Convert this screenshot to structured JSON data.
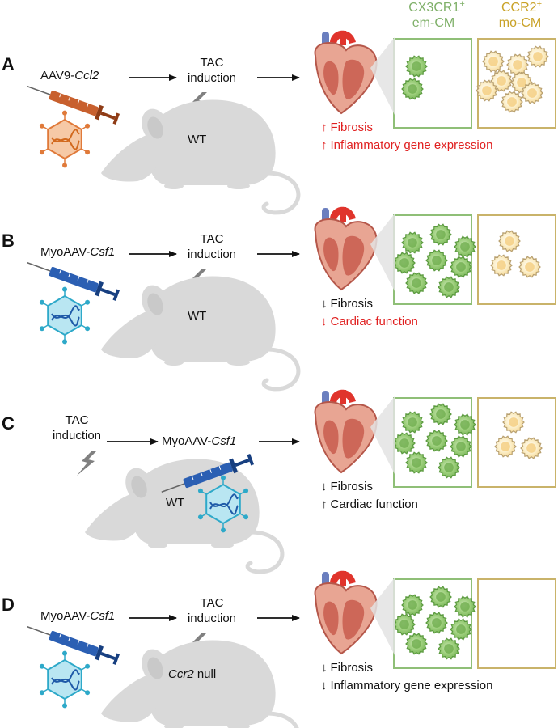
{
  "legend": {
    "em": {
      "line1": "CX3CR1",
      "sup": "+",
      "line2": "em-CM"
    },
    "mo": {
      "line1": "CCR2",
      "sup": "+",
      "line2": "mo-CM"
    }
  },
  "colors": {
    "em_text": "#7fb069",
    "mo_text": "#c9a227",
    "em_cell_fill": "#8cc46a",
    "em_cell_edge": "#5b9a3f",
    "mo_cell_fill": "#fbe6b4",
    "mo_cell_edge": "#b8a070",
    "em_box": "#8fbf77",
    "mo_box": "#c9b36a",
    "up_red": "#e02020",
    "mouse": "#d9d9d9"
  },
  "panels": [
    {
      "letter": "A",
      "step1": {
        "pre": "AAV9-",
        "gene": "Ccl2"
      },
      "step2": {
        "line1": "TAC",
        "line2": "induction"
      },
      "mouse_label": {
        "plain": "WT",
        "italic": ""
      },
      "vector_color": "orange",
      "outcomes": [
        {
          "arrow": "↑",
          "text": "Fibrosis",
          "color": "red"
        },
        {
          "arrow": "↑",
          "text": "Inflammatory gene expression",
          "color": "red"
        }
      ]
    },
    {
      "letter": "B",
      "step1": {
        "pre": "MyoAAV-",
        "gene": "Csf1"
      },
      "step2": {
        "line1": "TAC",
        "line2": "induction"
      },
      "mouse_label": {
        "plain": "WT",
        "italic": ""
      },
      "vector_color": "blue",
      "outcomes": [
        {
          "arrow": "↓",
          "text": "Fibrosis",
          "color": "black"
        },
        {
          "arrow": "↓",
          "text": "Cardiac function",
          "color": "red"
        }
      ]
    },
    {
      "letter": "C",
      "step1": {
        "line1": "TAC",
        "line2": "induction"
      },
      "step2": {
        "pre": "MyoAAV-",
        "gene": "Csf1"
      },
      "mouse_label": {
        "plain": "WT",
        "italic": ""
      },
      "vector_color": "blue",
      "outcomes": [
        {
          "arrow": "↓",
          "text": "Fibrosis",
          "color": "black"
        },
        {
          "arrow": "↑",
          "text": "Cardiac function",
          "color": "black"
        }
      ]
    },
    {
      "letter": "D",
      "step1": {
        "pre": "MyoAAV-",
        "gene": "Csf1"
      },
      "step2": {
        "line1": "TAC",
        "line2": "induction"
      },
      "mouse_label": {
        "plain": " null",
        "italic": "Ccr2"
      },
      "vector_color": "blue",
      "outcomes": [
        {
          "arrow": "↓",
          "text": "Fibrosis",
          "color": "black"
        },
        {
          "arrow": "↓",
          "text": "Inflammatory gene expression",
          "color": "black"
        }
      ]
    }
  ]
}
